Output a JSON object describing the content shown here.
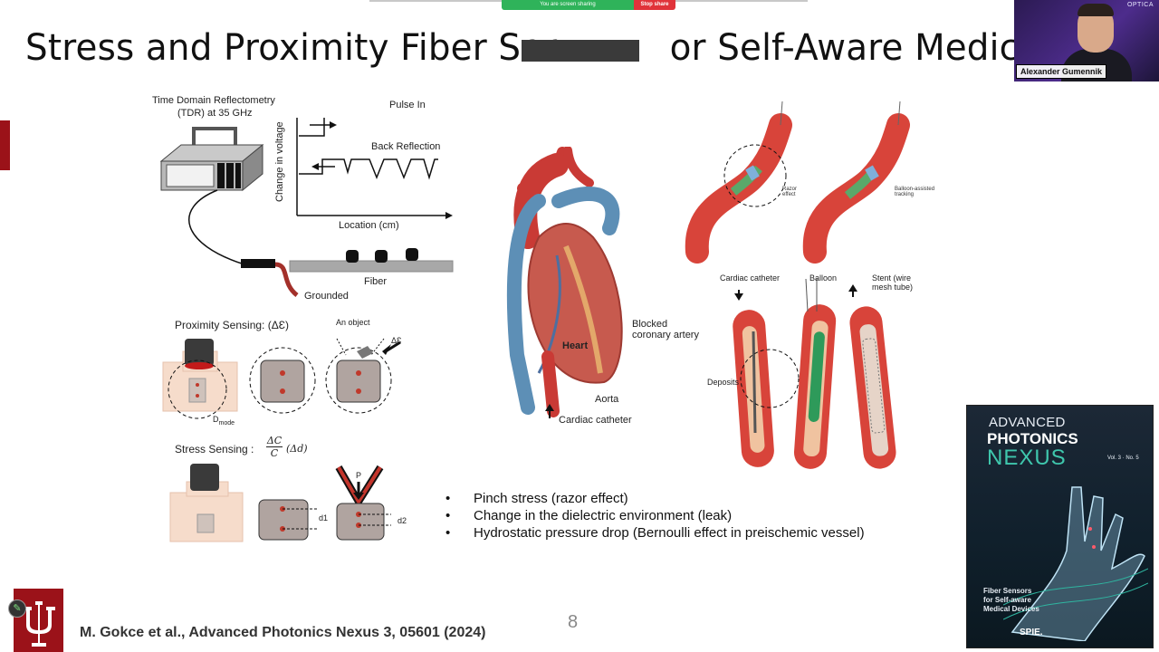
{
  "share_banner": {
    "status": "You are screen sharing",
    "stop_label": "Stop share"
  },
  "slide": {
    "title": "Stress and Proximity Fiber Sensors for Self-Aware Medical Devices",
    "title_visible": "Stress and Proximity Fiber Ser",
    "title_tail": "or Self-Aware Medical D",
    "page_number": "8",
    "citation": "M. Gokce et al., Advanced Photonics Nexus 3, 05601 (2024)"
  },
  "speaker": {
    "name": "Alexander Gumennik",
    "brand": "OPTICA"
  },
  "tdr": {
    "device_label_1": "Time Domain Reflectometry",
    "device_label_2": "(TDR) at 35 GHz",
    "pulse_in": "Pulse In",
    "back_reflection": "Back Reflection",
    "y_axis": "Change in voltage",
    "x_axis": "Location (cm)",
    "fiber": "Fiber",
    "grounded": "Grounded"
  },
  "proximity": {
    "heading": "Proximity Sensing:",
    "delta": "(ΔƐ)",
    "object": "An object",
    "delta_eps": "ΔƐ",
    "d_mode": "D",
    "d_mode_sub": "mode"
  },
  "stress": {
    "heading": "Stress Sensing :",
    "frac_num": "ΔC",
    "frac_den": "C",
    "delta_d": "(Δd)",
    "d1": "d1",
    "d2": "d2",
    "p": "P"
  },
  "heart": {
    "heart": "Heart",
    "blocked_1": "Blocked",
    "blocked_2": "coronary artery",
    "aorta": "Aorta",
    "catheter": "Cardiac catheter"
  },
  "vessels": {
    "razor_1": "Razor",
    "razor_2": "effect",
    "balloon_track_1": "Balloon-assisted",
    "balloon_track_2": "tracking",
    "cardiac_catheter": "Cardiac catheter",
    "balloon": "Balloon",
    "stent_1": "Stent (wire",
    "stent_2": "mesh tube)",
    "deposits": "Deposits"
  },
  "bullets": [
    "Pinch stress (razor effect)",
    "Change in the dielectric environment (leak)",
    "Hydrostatic pressure drop (Bernoulli effect in preischemic vessel)"
  ],
  "cover": {
    "line1": "ADVANCED",
    "line2": "PHOTONICS",
    "line3": "NEXUS",
    "tagline_1": "Fiber Sensors",
    "tagline_2": "for Self-aware",
    "tagline_3": "Medical Devices",
    "publisher": "SPIE.",
    "issue": "Vol. 3 · No. 5"
  },
  "colors": {
    "iu_crimson": "#9b1219",
    "share_green": "#2fb35a",
    "stop_red": "#e0333a",
    "vessel_red": "#d8443a",
    "nexus_teal": "#3fc7ad"
  }
}
